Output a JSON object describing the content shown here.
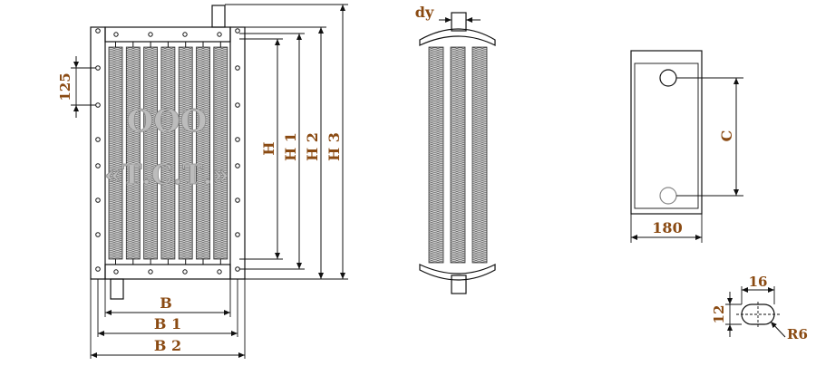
{
  "colors": {
    "label": "#8a4a12",
    "line": "#111111",
    "fin": "#555555",
    "watermark": "#bcbcbc"
  },
  "watermark": {
    "line1": "ООО",
    "line2": "«Т.С.Т.»"
  },
  "front_view": {
    "dims": {
      "pitch": "125",
      "h": "H",
      "h1": "H 1",
      "h2": "H 2",
      "h3": "H 3",
      "b": "B",
      "b1": "B 1",
      "b2": "B 2"
    }
  },
  "side_view": {
    "dims": {
      "dy": "dy"
    }
  },
  "flange_view": {
    "dims": {
      "c": "C",
      "width": "180"
    }
  },
  "slot_detail": {
    "dims": {
      "length": "16",
      "height": "12",
      "radius": "R6"
    }
  }
}
